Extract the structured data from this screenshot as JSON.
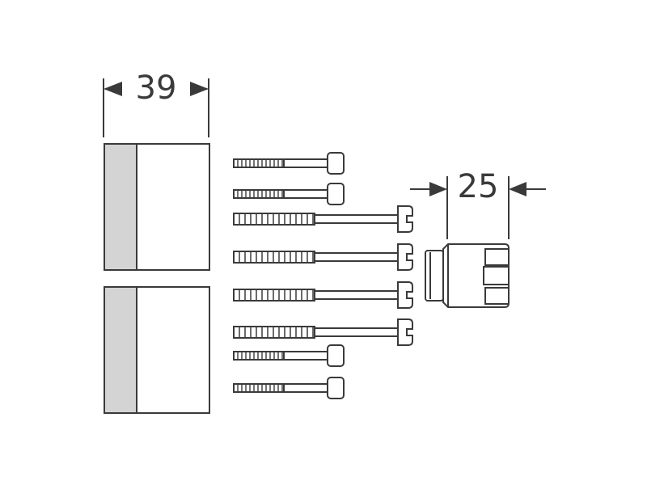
{
  "dimensions": {
    "left_width_label": "39",
    "right_depth_label": "25"
  },
  "colors": {
    "line": "#3a3a3a",
    "shade": "#d4d4d4",
    "background": "#ffffff"
  },
  "parts": {
    "extension_block_count": 2,
    "short_screw_count": 4,
    "long_screw_count": 4,
    "adapter_count": 1
  }
}
